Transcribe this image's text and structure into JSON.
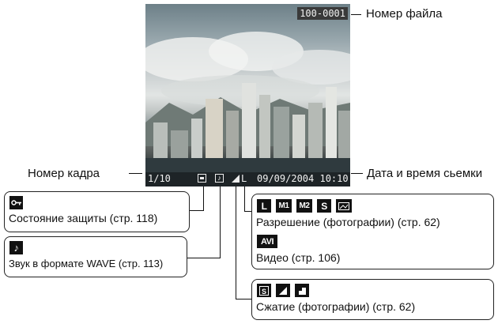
{
  "screen": {
    "file_number": "100-0001",
    "frame_counter": "1/10",
    "datetime": "09/09/2004 10:10"
  },
  "callouts": {
    "file_number": "Номер файла",
    "frame_number": "Номер кадра",
    "date_time": "Дата и время сьемки"
  },
  "boxes": {
    "protection": {
      "icon": "key-icon",
      "text": "Состояние защиты (стр. 118)"
    },
    "sound": {
      "icon": "note-icon",
      "text": "Звук в формате WAVE (стр. 113)"
    },
    "resolution": {
      "icons": [
        "L",
        "M1",
        "M2",
        "S",
        "postcard-icon"
      ],
      "text": "Разрешение (фотографии) (стр. 62)",
      "video_icon": "AVI",
      "video_text": "Видео (стр. 106)"
    },
    "compression": {
      "icons": [
        "superfine-icon",
        "fine-icon",
        "normal-icon"
      ],
      "text": "Сжатие (фотографии) (стр. 62)"
    }
  }
}
